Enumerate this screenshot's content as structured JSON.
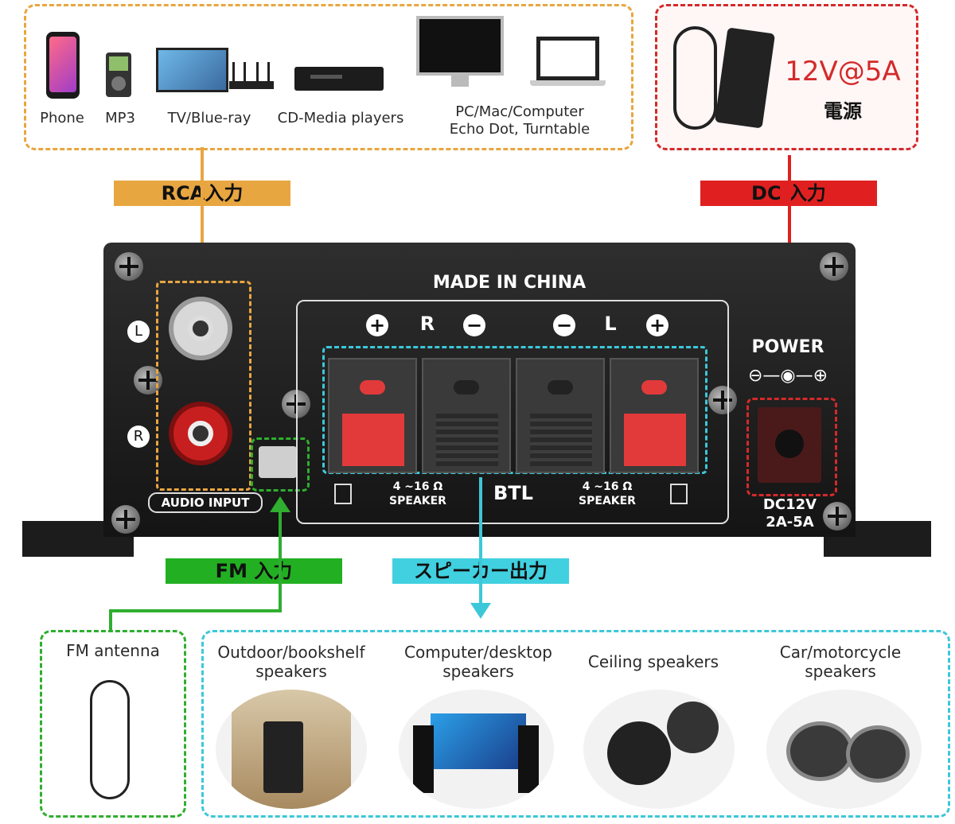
{
  "sources": {
    "items": [
      {
        "label": "Phone",
        "icon": "phone-icon"
      },
      {
        "label": "MP3",
        "icon": "mp3-player-icon"
      },
      {
        "label": "TV/Blue-ray",
        "icon": "tv-icon"
      },
      {
        "label": "CD-Media players",
        "icon": "cd-player-icon"
      },
      {
        "label": "PC/Mac/Computer",
        "icon": "computer-icon"
      },
      {
        "label": "Echo Dot, Turntable",
        "icon": "laptop-icon"
      }
    ]
  },
  "power_supply": {
    "rating": "12V@5A",
    "label": "電源"
  },
  "tags": {
    "rca": "RCA入力",
    "dc": "DC 入力",
    "fm": "FM 入力",
    "speaker": "スピーカー出力"
  },
  "device": {
    "made_in": "MADE IN CHINA",
    "power": "POWER",
    "polarity": "⊖—◉—⊕",
    "dc_rating_1": "DC12V",
    "dc_rating_2": "2A-5A",
    "audio_input": "AUDIO INPUT",
    "left": "L",
    "right": "R",
    "r_label": "R",
    "l_label": "L",
    "plus": "+",
    "minus": "−",
    "btl": "BTL",
    "impedance": "4 ~16 Ω",
    "speaker": "SPEAKER"
  },
  "outputs": {
    "fm_antenna": "FM antenna",
    "items": [
      {
        "line1": "Outdoor/bookshelf",
        "line2": "speakers"
      },
      {
        "line1": "Computer/desktop",
        "line2": "speakers"
      },
      {
        "line1": "Ceiling speakers",
        "line2": ""
      },
      {
        "line1": "Car/motorcycle",
        "line2": "speakers"
      }
    ]
  },
  "colors": {
    "orange": "#e8a640",
    "red": "#d42a2a",
    "green": "#2fae2f",
    "cyan": "#3cc8d8"
  }
}
